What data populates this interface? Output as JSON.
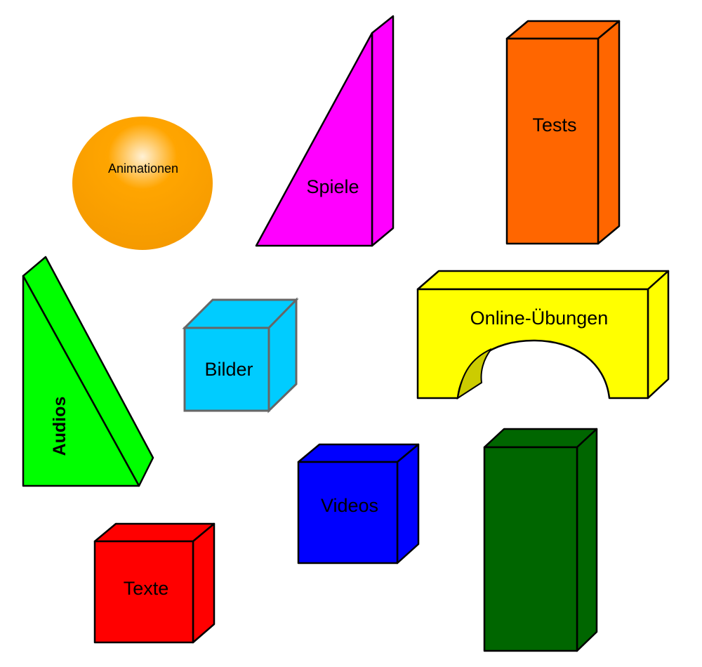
{
  "blocks": {
    "animationen": {
      "label": "Animationen",
      "color": "#FFA500"
    },
    "spiele": {
      "label": "Spiele",
      "color": "#FF00FF"
    },
    "tests": {
      "label": "Tests",
      "color": "#FF6600"
    },
    "audios": {
      "label": "Audios",
      "color": "#00FF00"
    },
    "bilder": {
      "label": "Bilder",
      "color": "#00CCFF"
    },
    "online": {
      "label": "Online-Übungen",
      "color": "#FFFF00"
    },
    "videos": {
      "label": "Videos",
      "color": "#0000FF"
    },
    "texte": {
      "label": "Texte",
      "color": "#FF0000"
    },
    "green": {
      "color": "#006600"
    }
  }
}
